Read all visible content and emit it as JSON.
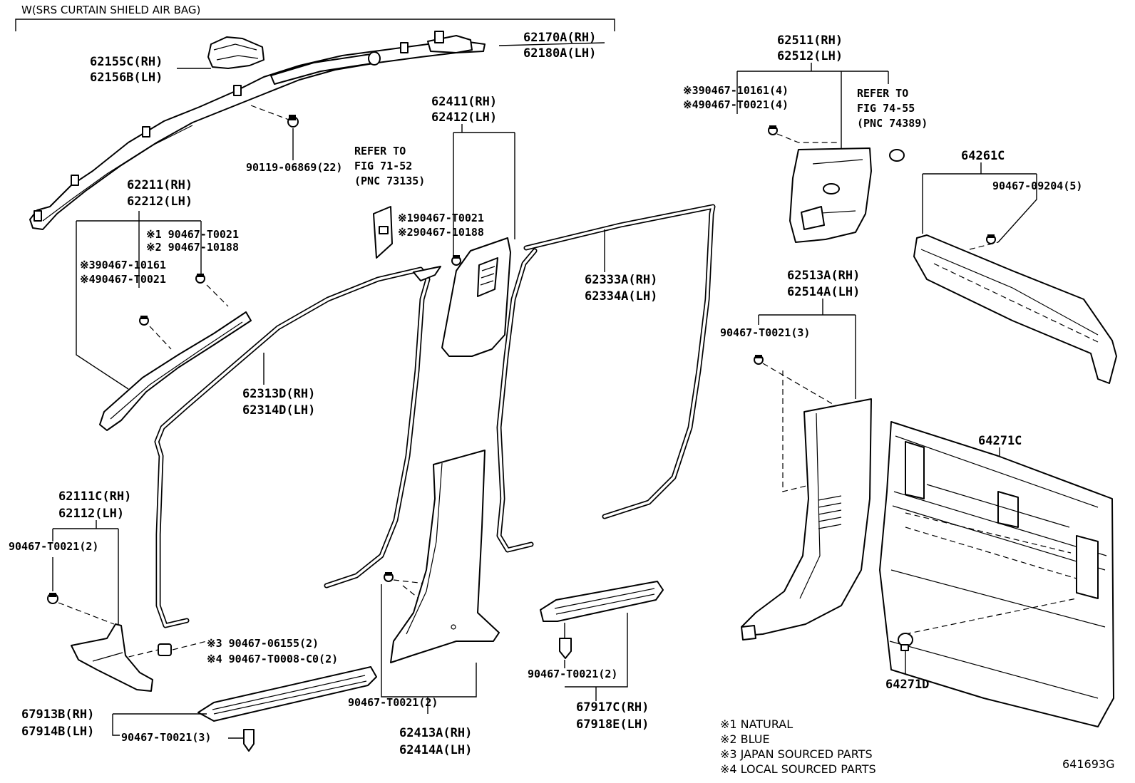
{
  "header": {
    "condition_label": "W(SRS CURTAIN SHIELD AIR BAG)"
  },
  "labels": {
    "airbag_rh": "62170A(RH)",
    "airbag_lh": "62180A(LH)",
    "bracket_rh": "62155C(RH)",
    "bracket_lh": "62156B(LH)",
    "bolt_90119": "90119-06869(22)",
    "pillar_upper_rh": "62411(RH)",
    "pillar_upper_lh": "62412(LH)",
    "refer_71_line1": "REFER TO",
    "refer_71_line2": "FIG 71-52",
    "refer_71_line3": "(PNC 73135)",
    "pillar_clip_a": "※190467-T0021",
    "pillar_clip_b": "※290467-10188",
    "front_pillar_rh": "62211(RH)",
    "front_pillar_lh": "62212(LH)",
    "fp_clip_1": "※1 90467-T0021",
    "fp_clip_2": "※2 90467-10188",
    "fp_clip_3": "※390467-10161",
    "fp_clip_4": "※490467-T0021",
    "weather_front_rh": "62313D(RH)",
    "weather_front_lh": "62314D(LH)",
    "weather_rear_rh": "62333A(RH)",
    "weather_rear_lh": "62334A(LH)",
    "quarter_upper_rh": "62511(RH)",
    "quarter_upper_lh": "62512(LH)",
    "q_clip_3": "※390467-10161(4)",
    "q_clip_4": "※490467-T0021(4)",
    "refer_74_line1": "REFER TO",
    "refer_74_line2": "FIG 74-55",
    "refer_74_line3": "(PNC 74389)",
    "side_panel": "64261C",
    "side_clip": "90467-09204(5)",
    "quarter_lower_rh": "62513A(RH)",
    "quarter_lower_lh": "62514A(LH)",
    "ql_clip": "90467-T0021(3)",
    "back_panel": "64271C",
    "back_clip": "64271D",
    "cowl_rh": "62111C(RH)",
    "cowl_lh": "62112(LH)",
    "cowl_clip": "90467-T0021(2)",
    "nut_3": "※3 90467-06155(2)",
    "nut_4": "※4 90467-T0008-C0(2)",
    "scuff_front_rh": "67913B(RH)",
    "scuff_front_lh": "67914B(LH)",
    "scuff_front_clip": "90467-T0021(3)",
    "center_pillar_clip": "90467-T0021(2)",
    "center_pillar_rh": "62413A(RH)",
    "center_pillar_lh": "62414A(LH)",
    "scuff_rear_clip": "90467-T0021(2)",
    "scuff_rear_rh": "67917C(RH)",
    "scuff_rear_lh": "67918E(LH)"
  },
  "legend": [
    "※1  NATURAL",
    "※2  BLUE",
    "※3  JAPAN SOURCED PARTS",
    "※4  LOCAL SOURCED PARTS"
  ],
  "figure_id": "641693G"
}
